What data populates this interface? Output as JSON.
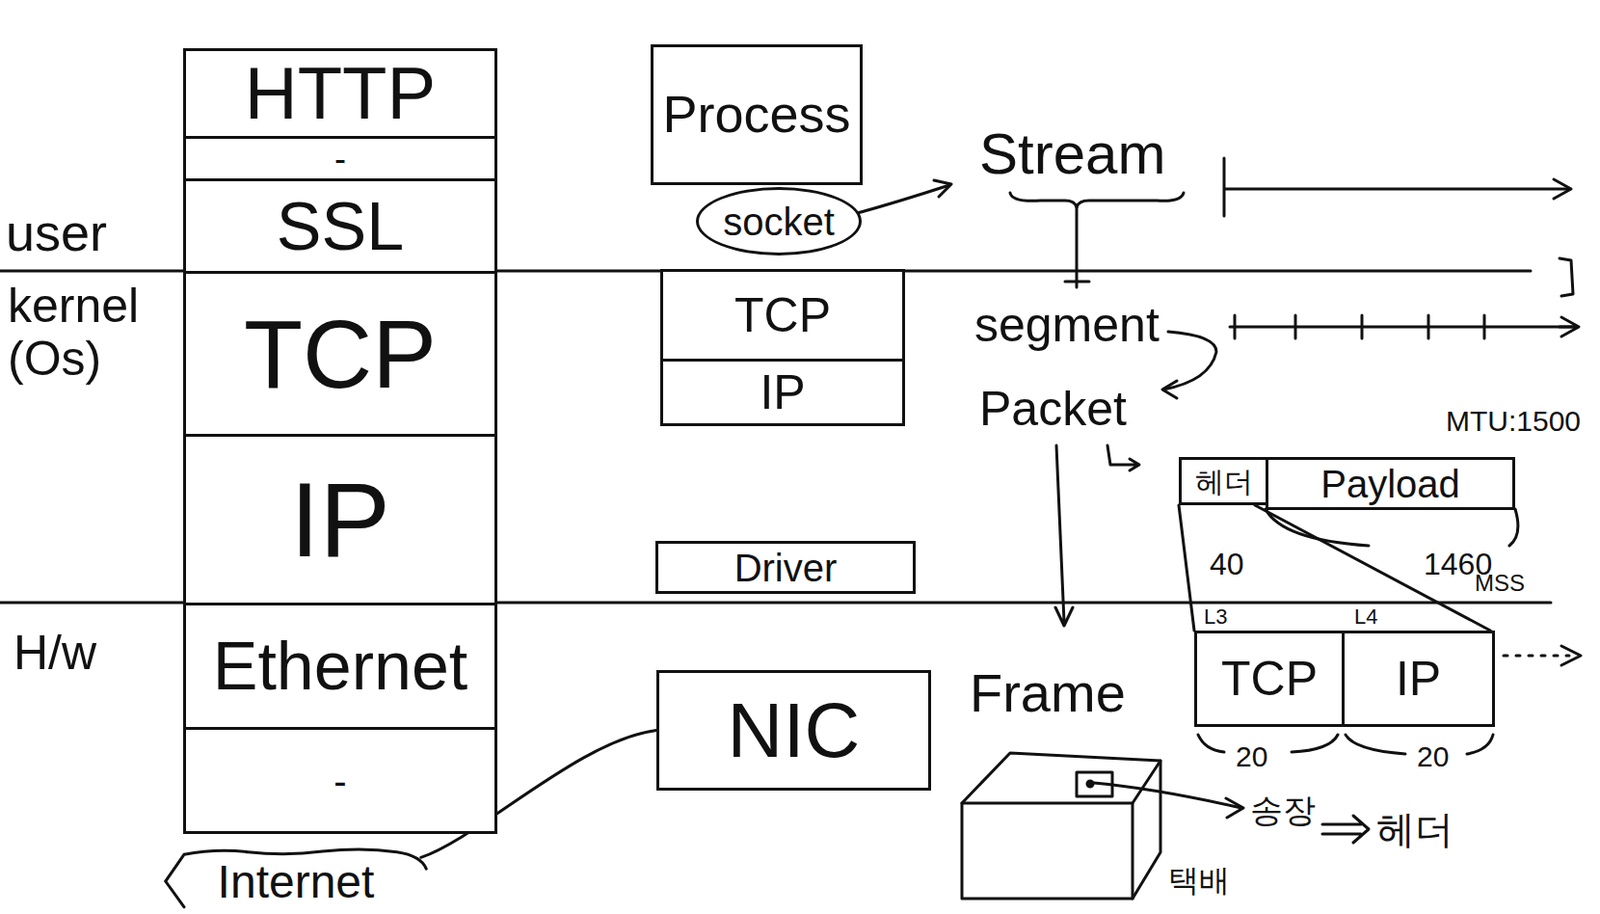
{
  "diagram": {
    "nodes": [
      {
        "text": [
          "HTTP"
        ]
      },
      {
        "text": [
          "-"
        ]
      },
      {
        "text": [
          "SSL"
        ]
      },
      {
        "text": [
          "TCP"
        ]
      },
      {
        "text": [
          "IP"
        ]
      },
      {
        "text": [
          "Ethernet"
        ]
      },
      {
        "text": [
          "-"
        ]
      },
      {
        "text": [
          "Process"
        ]
      },
      {
        "text": [
          "socket"
        ]
      },
      {
        "text": [
          "TCP"
        ]
      },
      {
        "text": [
          "IP"
        ]
      },
      {
        "text": [
          "Driver"
        ]
      },
      {
        "text": [
          "NIC"
        ]
      },
      {
        "text": [
          "Internet"
        ]
      },
      {
        "text": [
          "헤더"
        ]
      },
      {
        "text": [
          "Payload"
        ]
      },
      {
        "text": [
          "TCP"
        ]
      },
      {
        "text": [
          "IP"
        ]
      }
    ],
    "edges": [
      {
        "from": 12,
        "to": 13,
        "arrow": "none"
      },
      {
        "from": 14,
        "to": 16,
        "arrow": "none"
      },
      {
        "from": 14,
        "to": 17,
        "arrow": "none"
      }
    ],
    "labels": [
      "user",
      "kernel (Os)",
      "H/w",
      "Stream",
      "segment",
      "Packet",
      "MTU:1500",
      "40",
      "1460",
      "MSS",
      "L3",
      "L4",
      "Frame",
      "20",
      "20",
      "송장",
      "헤더",
      "택배"
    ]
  }
}
